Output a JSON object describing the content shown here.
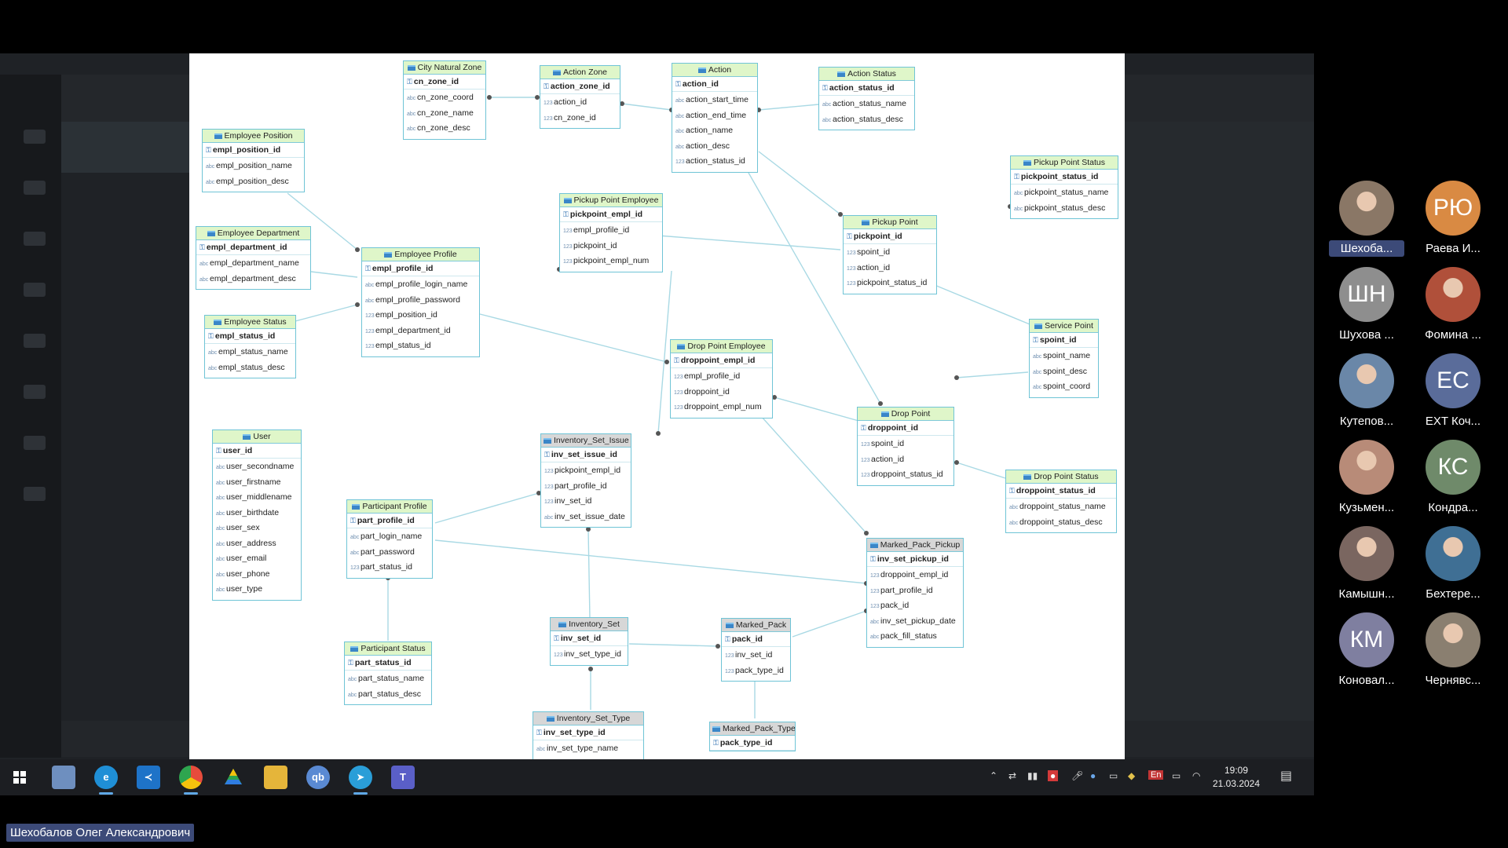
{
  "diagram": {
    "entities": {
      "city_natural_zone": {
        "title": "City Natural Zone",
        "pk": "cn_zone_id",
        "fields": [
          "cn_zone_coord",
          "cn_zone_name",
          "cn_zone_desc"
        ]
      },
      "action_zone": {
        "title": "Action Zone",
        "pk": "action_zone_id",
        "fields": [
          "action_id",
          "cn_zone_id"
        ]
      },
      "action": {
        "title": "Action",
        "pk": "action_id",
        "fields": [
          "action_start_time",
          "action_end_time",
          "action_name",
          "action_desc",
          "action_status_id"
        ]
      },
      "action_status": {
        "title": "Action Status",
        "pk": "action_status_id",
        "fields": [
          "action_status_name",
          "action_status_desc"
        ]
      },
      "employee_position": {
        "title": "Employee Position",
        "pk": "empl_position_id",
        "fields": [
          "empl_position_name",
          "empl_position_desc"
        ]
      },
      "pickup_point_status": {
        "title": "Pickup Point Status",
        "pk": "pickpoint_status_id",
        "fields": [
          "pickpoint_status_name",
          "pickpoint_status_desc"
        ]
      },
      "pickup_point_employee": {
        "title": "Pickup Point Employee",
        "pk": "pickpoint_empl_id",
        "fields": [
          "empl_profile_id",
          "pickpoint_id",
          "pickpoint_empl_num"
        ]
      },
      "employee_department": {
        "title": "Employee Department",
        "pk": "empl_department_id",
        "fields": [
          "empl_department_name",
          "empl_department_desc"
        ]
      },
      "employee_profile": {
        "title": "Employee Profile",
        "pk": "empl_profile_id",
        "fields": [
          "empl_profile_login_name",
          "empl_profile_password",
          "empl_position_id",
          "empl_department_id",
          "empl_status_id"
        ]
      },
      "pickup_point": {
        "title": "Pickup Point",
        "pk": "pickpoint_id",
        "fields": [
          "spoint_id",
          "action_id",
          "pickpoint_status_id"
        ]
      },
      "employee_status": {
        "title": "Employee Status",
        "pk": "empl_status_id",
        "fields": [
          "empl_status_name",
          "empl_status_desc"
        ]
      },
      "service_point": {
        "title": "Service Point",
        "pk": "spoint_id",
        "fields": [
          "spoint_name",
          "spoint_desc",
          "spoint_coord"
        ]
      },
      "drop_point_employee": {
        "title": "Drop Point Employee",
        "pk": "droppoint_empl_id",
        "fields": [
          "empl_profile_id",
          "droppoint_id",
          "droppoint_empl_num"
        ]
      },
      "drop_point": {
        "title": "Drop Point",
        "pk": "droppoint_id",
        "fields": [
          "spoint_id",
          "action_id",
          "droppoint_status_id"
        ]
      },
      "user": {
        "title": "User",
        "pk": "user_id",
        "fields": [
          "user_secondname",
          "user_firstname",
          "user_middlename",
          "user_birthdate",
          "user_sex",
          "user_address",
          "user_email",
          "user_phone",
          "user_type"
        ]
      },
      "inventory_set_issue": {
        "title": "Inventory_Set_Issue",
        "pk": "inv_set_issue_id",
        "fields": [
          "pickpoint_empl_id",
          "part_profile_id",
          "inv_set_id",
          "inv_set_issue_date"
        ]
      },
      "drop_point_status": {
        "title": "Drop Point Status",
        "pk": "droppoint_status_id",
        "fields": [
          "droppoint_status_name",
          "droppoint_status_desc"
        ]
      },
      "participant_profile": {
        "title": "Participant Profile",
        "pk": "part_profile_id",
        "fields": [
          "part_login_name",
          "part_password",
          "part_status_id"
        ]
      },
      "marked_pack_pickup": {
        "title": "Marked_Pack_Pickup",
        "pk": "inv_set_pickup_id",
        "fields": [
          "droppoint_empl_id",
          "part_profile_id",
          "pack_id",
          "inv_set_pickup_date",
          "pack_fill_status"
        ]
      },
      "inventory_set": {
        "title": "Inventory_Set",
        "pk": "inv_set_id",
        "fields": [
          "inv_set_type_id"
        ]
      },
      "marked_pack": {
        "title": "Marked_Pack",
        "pk": "pack_id",
        "fields": [
          "inv_set_id",
          "pack_type_id"
        ]
      },
      "participant_status": {
        "title": "Participant Status",
        "pk": "part_status_id",
        "fields": [
          "part_status_name",
          "part_status_desc"
        ]
      },
      "inventory_set_type": {
        "title": "Inventory_Set_Type",
        "pk": "inv_set_type_id",
        "fields": [
          "inv_set_type_name"
        ]
      },
      "marked_pack_type": {
        "title": "Marked_Pack_Type",
        "pk": "pack_type_id",
        "fields": []
      }
    }
  },
  "participants": [
    {
      "initials": "",
      "name": "Шехоба...",
      "color": "#8a7766",
      "photo": true,
      "highlight": true
    },
    {
      "initials": "РЮ",
      "name": "Раева И...",
      "color": "#d98a43"
    },
    {
      "initials": "ШН",
      "name": "Шухова ...",
      "color": "#8e8e8e"
    },
    {
      "initials": "",
      "name": "Фомина ...",
      "color": "#b0503a",
      "photo": true
    },
    {
      "initials": "",
      "name": "Кутепов...",
      "color": "#6a87a8",
      "photo": true
    },
    {
      "initials": "ЕС",
      "name": "EXT Коч...",
      "color": "#5a6c9a"
    },
    {
      "initials": "",
      "name": "Кузьмен...",
      "color": "#b88b78",
      "photo": true
    },
    {
      "initials": "КС",
      "name": "Кондра...",
      "color": "#6f8a6a"
    },
    {
      "initials": "",
      "name": "Камышн...",
      "color": "#7a6660",
      "photo": true
    },
    {
      "initials": "",
      "name": "Бехтере...",
      "color": "#3f6f94",
      "photo": true
    },
    {
      "initials": "КМ",
      "name": "Коновал...",
      "color": "#7f7fa0"
    },
    {
      "initials": "",
      "name": "Чернявс...",
      "color": "#8a7f70",
      "photo": true
    }
  ],
  "taskbar": {
    "apps": [
      "start-icon",
      "notepad-icon",
      "edge-icon",
      "vscode-icon",
      "chrome-icon",
      "google-drive-icon",
      "file-explorer-icon",
      "qbittorrent-icon",
      "telegram-icon",
      "teams-icon"
    ],
    "lang": "En",
    "time": "19:09",
    "date": "21.03.2024"
  },
  "speaker_label": "Шехобалов Олег Александрович",
  "colors": {
    "entity_border": "#6fc4d6",
    "header_green": "#dff6c9",
    "header_gray": "#d7d7d7",
    "speaker_bg": "#3c4a78"
  }
}
